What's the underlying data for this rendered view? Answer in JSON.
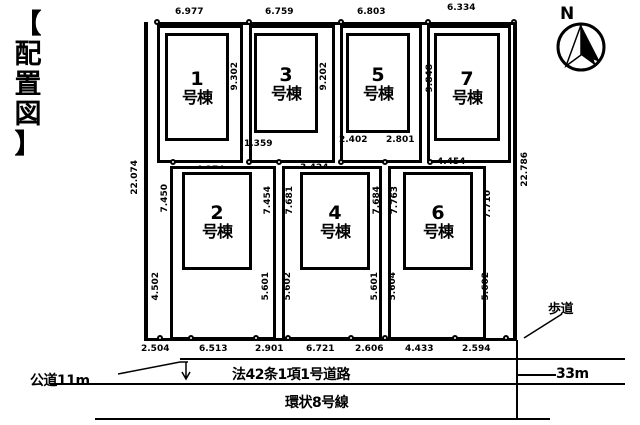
{
  "diagram": {
    "title_chars": [
      "【",
      "配",
      "置",
      "図",
      "】"
    ],
    "title_text": "【配置図】",
    "compass": {
      "label": "N",
      "icon": "compass-north-icon"
    }
  },
  "lots": [
    {
      "id": "1",
      "number": "1",
      "unit_label": "号棟",
      "depth": "9.302"
    },
    {
      "id": "3",
      "number": "3",
      "unit_label": "号棟",
      "depth": "9.202"
    },
    {
      "id": "5",
      "number": "5",
      "unit_label": "号棟",
      "depth": "9.202"
    },
    {
      "id": "7",
      "number": "7",
      "unit_label": "号棟",
      "depth": "9.848"
    },
    {
      "id": "2",
      "number": "2",
      "unit_label": "号棟",
      "depth": "7.454"
    },
    {
      "id": "4",
      "number": "4",
      "unit_label": "号棟",
      "depth": "7.684"
    },
    {
      "id": "6",
      "number": "6",
      "unit_label": "号棟",
      "depth": "7.763"
    }
  ],
  "dimensions": {
    "top": [
      "6.977",
      "6.759",
      "6.803",
      "6.334"
    ],
    "left_outer": "22.074",
    "left_inner_upper": "7.450",
    "left_inner_lower": "4.502",
    "right_outer": "22.786",
    "middle_row": [
      "4.374",
      "3.424",
      "4.454"
    ],
    "middle_small": [
      "1.359",
      "2.402",
      "2.801"
    ],
    "inner_vertical": [
      "7.454",
      "7.681",
      "7.684",
      "7.763",
      "7.710"
    ],
    "inner_lower": [
      "4.502",
      "5.601",
      "5.602",
      "5.601",
      "5.604",
      "5.602"
    ],
    "bottom": [
      "2.504",
      "6.513",
      "2.901",
      "6.721",
      "2.606",
      "4.433",
      "2.594"
    ]
  },
  "roads": {
    "public_road_label": "公道11m",
    "road_type_label": "法42条1項1号道路",
    "road_name_label": "環状8号線",
    "width_label": "33m",
    "sidewalk_label": "歩道"
  },
  "colors": {
    "ink": "#000000",
    "paper": "#ffffff"
  }
}
